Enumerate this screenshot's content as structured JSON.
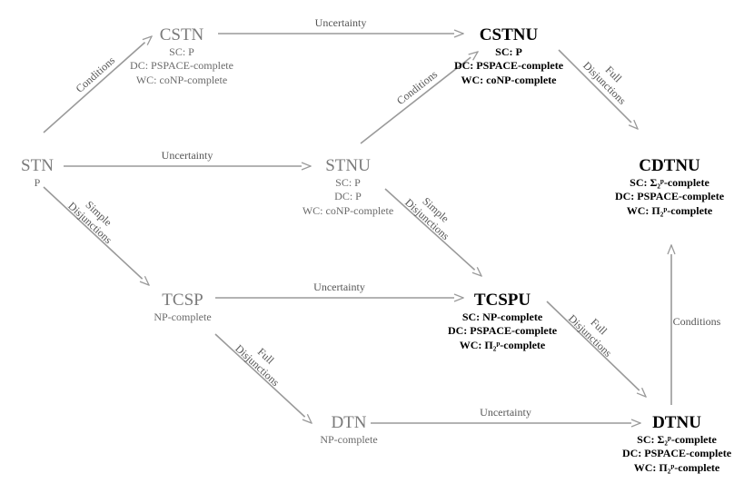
{
  "nodes": {
    "cstn": {
      "name": "CSTN",
      "lines": [
        "SC: P",
        "DC: PSPACE-complete",
        "WC: coNP-complete"
      ]
    },
    "cstnu": {
      "name": "CSTNU",
      "lines": [
        "SC: P",
        "DC: PSPACE-complete",
        "WC: coNP-complete"
      ]
    },
    "stn": {
      "name": "STN",
      "lines": [
        "P"
      ]
    },
    "stnu": {
      "name": "STNU",
      "lines": [
        "SC: P",
        "DC: P",
        "WC: coNP-complete"
      ]
    },
    "cdtnu": {
      "name": "CDTNU",
      "lines": [
        "SC: Σ₂ᵖ-complete",
        "DC: PSPACE-complete",
        "WC: Π₂ᵖ-complete"
      ]
    },
    "tcsp": {
      "name": "TCSP",
      "lines": [
        "NP-complete"
      ]
    },
    "tcspu": {
      "name": "TCSPU",
      "lines": [
        "SC: NP-complete",
        "DC: PSPACE-complete",
        "WC: Π₂ᵖ-complete"
      ]
    },
    "dtn": {
      "name": "DTN",
      "lines": [
        "NP-complete"
      ]
    },
    "dtnu": {
      "name": "DTNU",
      "lines": [
        "SC: Σ₂ᵖ-complete",
        "DC: PSPACE-complete",
        "WC: Π₂ᵖ-complete"
      ]
    }
  },
  "edges": [
    {
      "id": "stn-cstn",
      "label": [
        "Conditions"
      ]
    },
    {
      "id": "cstn-cstnu",
      "label": [
        "Uncertainty"
      ]
    },
    {
      "id": "stnu-cstnu",
      "label": [
        "Conditions"
      ]
    },
    {
      "id": "cstnu-cdtnu",
      "label": [
        "Full",
        "Disjunctions"
      ]
    },
    {
      "id": "stn-stnu",
      "label": [
        "Uncertainty"
      ]
    },
    {
      "id": "stnu-tcspu",
      "label": [
        "Simple",
        "Disjunctions"
      ]
    },
    {
      "id": "stn-tcsp",
      "label": [
        "Simple",
        "Disjunctions"
      ]
    },
    {
      "id": "tcsp-tcspu",
      "label": [
        "Uncertainty"
      ]
    },
    {
      "id": "tcsp-dtn",
      "label": [
        "Full",
        "Disjunctions"
      ]
    },
    {
      "id": "tcspu-dtnu",
      "label": [
        "Full",
        "Disjunctions"
      ]
    },
    {
      "id": "dtn-dtnu",
      "label": [
        "Uncertainty"
      ]
    },
    {
      "id": "dtnu-cdtnu",
      "label": [
        "Conditions"
      ]
    }
  ],
  "colors": {
    "arrow": "#9a9a9a",
    "label": "#555555",
    "plain_text": "#7a7a7a",
    "bold_text": "#000000"
  }
}
